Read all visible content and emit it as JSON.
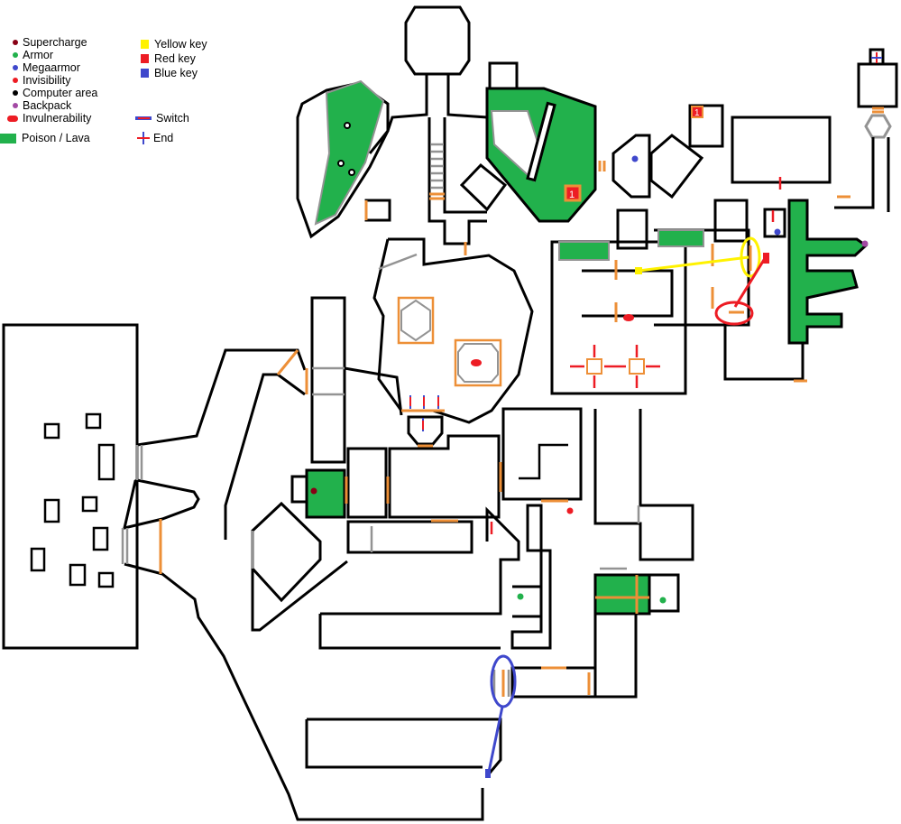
{
  "legend": {
    "items": [
      {
        "label": "Supercharge",
        "icon": "dot",
        "color": "#880015"
      },
      {
        "label": "Armor",
        "icon": "dot",
        "color": "#22b14c"
      },
      {
        "label": "Megaarmor",
        "icon": "dot",
        "color": "#3f48cc"
      },
      {
        "label": "Invisibility",
        "icon": "dot",
        "color": "#ed1c24"
      },
      {
        "label": "Computer area",
        "icon": "dot",
        "color": "#000000"
      },
      {
        "label": "Backpack",
        "icon": "dot",
        "color": "#a349a4"
      },
      {
        "label": "Invulnerability",
        "icon": "pill",
        "color": "#ed1c24"
      },
      {
        "label": "Poison / Lava",
        "icon": "lava",
        "color": "#22b14c"
      }
    ],
    "keys": [
      {
        "label": "Yellow key",
        "color": "#fff200"
      },
      {
        "label": "Red key",
        "color": "#ed1c24"
      },
      {
        "label": "Blue key",
        "color": "#3f48cc"
      }
    ],
    "markers": [
      {
        "label": "Switch",
        "icon": "switch-arrow"
      },
      {
        "label": "End",
        "icon": "end-cross"
      }
    ]
  },
  "colors": {
    "wall": "#000000",
    "door": "#ed8f37",
    "step": "#939393",
    "lava": "#22b14c",
    "switch_red": "#ed1c24",
    "switch_blue": "#3f48cc"
  },
  "map": {
    "teleporter_labels": [
      "1",
      "1"
    ],
    "key_door_links": [
      {
        "key": "yellow"
      },
      {
        "key": "red"
      },
      {
        "key": "blue"
      }
    ]
  }
}
